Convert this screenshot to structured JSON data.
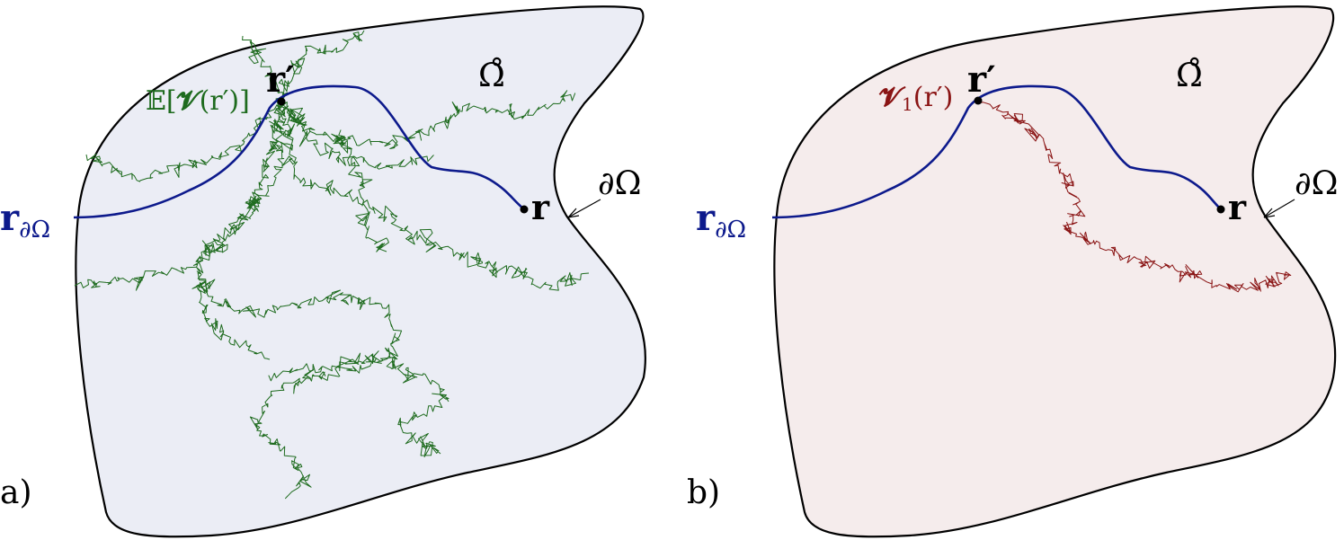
{
  "panels": [
    {
      "id": "a",
      "panel_label": "a)",
      "fill": "#ebedf5",
      "walk_color": "#1e6b1e",
      "path_color": "#0d1a8c",
      "labels": {
        "boundary_start": "r",
        "boundary_start_sub": "∂Ω",
        "r_prime": "r′",
        "r_end": "r",
        "interior": "Ω̊",
        "boundary": "∂Ω",
        "estimate_prefix": "𝔼[",
        "estimate_symbol": "𝓥",
        "estimate_arg": "(r′)]"
      },
      "walk_mode": "many"
    },
    {
      "id": "b",
      "panel_label": "b)",
      "fill": "#f5ecec",
      "walk_color": "#8a1414",
      "path_color": "#0d1a8c",
      "labels": {
        "boundary_start": "r",
        "boundary_start_sub": "∂Ω",
        "r_prime": "r′",
        "r_end": "r",
        "interior": "Ω̊",
        "boundary": "∂Ω",
        "estimate_symbol": "𝓥",
        "estimate_sub": "1",
        "estimate_arg": "(r′)"
      },
      "walk_mode": "single"
    }
  ]
}
